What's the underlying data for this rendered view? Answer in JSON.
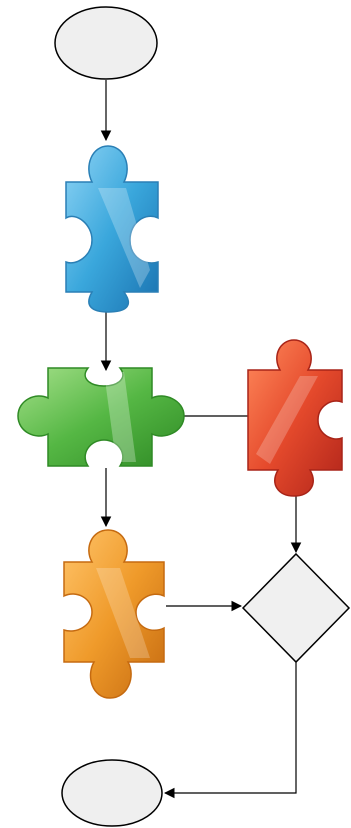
{
  "colors": {
    "terminal_fill": "#efefef",
    "outline": "#000000",
    "puzzle_blue": "#3aa7dc",
    "puzzle_green": "#55b744",
    "puzzle_red": "#e54a2c",
    "puzzle_orange": "#ef9a2a",
    "decision_fill": "#f0f0f0",
    "connector": "#000000"
  },
  "nodes": [
    {
      "id": "start",
      "kind": "terminal"
    },
    {
      "id": "step1",
      "kind": "puzzle-piece",
      "color_key": "puzzle_blue"
    },
    {
      "id": "step2",
      "kind": "puzzle-piece",
      "color_key": "puzzle_green"
    },
    {
      "id": "step3",
      "kind": "puzzle-piece",
      "color_key": "puzzle_red"
    },
    {
      "id": "step4",
      "kind": "puzzle-piece",
      "color_key": "puzzle_orange"
    },
    {
      "id": "decision",
      "kind": "decision"
    },
    {
      "id": "end",
      "kind": "terminal"
    }
  ],
  "edges": [
    {
      "from": "start",
      "to": "step1"
    },
    {
      "from": "step1",
      "to": "step2"
    },
    {
      "from": "step2",
      "to": "step3"
    },
    {
      "from": "step2",
      "to": "step4"
    },
    {
      "from": "step3",
      "to": "decision"
    },
    {
      "from": "step4",
      "to": "decision"
    },
    {
      "from": "decision",
      "to": "end"
    }
  ]
}
